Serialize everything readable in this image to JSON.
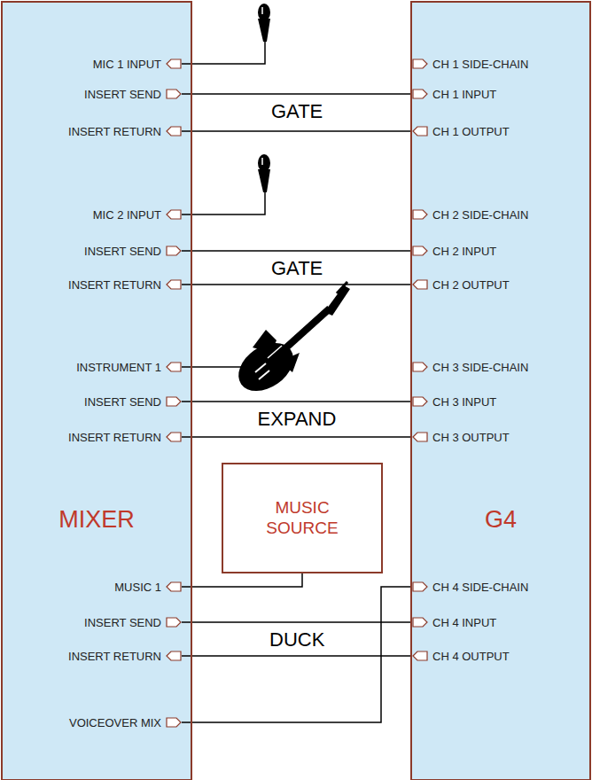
{
  "diagram": {
    "nodes": [
      {
        "text": [
          "MIXER"
        ]
      },
      {
        "text": [
          "MIC 1 INPUT"
        ],
        "in": 0
      },
      {
        "text": [
          "INSERT SEND"
        ],
        "in": 0
      },
      {
        "text": [
          "INSERT RETURN"
        ],
        "in": 0
      },
      {
        "text": [
          "MIC 2 INPUT"
        ],
        "in": 0
      },
      {
        "text": [
          "INSERT SEND"
        ],
        "in": 0
      },
      {
        "text": [
          "INSERT RETURN"
        ],
        "in": 0
      },
      {
        "text": [
          "INSTRUMENT 1"
        ],
        "in": 0
      },
      {
        "text": [
          "INSERT SEND"
        ],
        "in": 0
      },
      {
        "text": [
          "INSERT RETURN"
        ],
        "in": 0
      },
      {
        "text": [
          "MUSIC 1"
        ],
        "in": 0
      },
      {
        "text": [
          "INSERT SEND"
        ],
        "in": 0
      },
      {
        "text": [
          "INSERT RETURN"
        ],
        "in": 0
      },
      {
        "text": [
          "VOICEOVER MIX"
        ],
        "in": 0
      },
      {
        "text": [
          "G4"
        ]
      },
      {
        "text": [
          "CH 1 SIDE-CHAIN"
        ],
        "in": 14
      },
      {
        "text": [
          "CH 1 INPUT"
        ],
        "in": 14
      },
      {
        "text": [
          "CH 1 OUTPUT"
        ],
        "in": 14
      },
      {
        "text": [
          "CH 2 SIDE-CHAIN"
        ],
        "in": 14
      },
      {
        "text": [
          "CH 2 INPUT"
        ],
        "in": 14
      },
      {
        "text": [
          "CH 2 OUTPUT"
        ],
        "in": 14
      },
      {
        "text": [
          "CH 3 SIDE-CHAIN"
        ],
        "in": 14
      },
      {
        "text": [
          "CH 3 INPUT"
        ],
        "in": 14
      },
      {
        "text": [
          "CH 3 OUTPUT"
        ],
        "in": 14
      },
      {
        "text": [
          "CH 4 SIDE-CHAIN"
        ],
        "in": 14
      },
      {
        "text": [
          "CH 4 INPUT"
        ],
        "in": 14
      },
      {
        "text": [
          "CH 4 OUTPUT"
        ],
        "in": 14
      },
      {
        "text": [
          "MUSIC SOURCE"
        ]
      }
    ],
    "edges": [
      {
        "from": 2,
        "to": 16,
        "arrow": "none",
        "label": "GATE"
      },
      {
        "from": 17,
        "to": 3,
        "arrow": "none"
      },
      {
        "from": 5,
        "to": 19,
        "arrow": "none",
        "label": "GATE"
      },
      {
        "from": 20,
        "to": 6,
        "arrow": "none"
      },
      {
        "from": 8,
        "to": 22,
        "arrow": "none",
        "label": "EXPAND"
      },
      {
        "from": 23,
        "to": 9,
        "arrow": "none"
      },
      {
        "from": 11,
        "to": 25,
        "arrow": "none",
        "label": "DUCK"
      },
      {
        "from": 26,
        "to": 12,
        "arrow": "none"
      },
      {
        "from": 27,
        "to": 10,
        "arrow": "none"
      },
      {
        "from": 13,
        "to": 24,
        "arrow": "none"
      }
    ]
  }
}
